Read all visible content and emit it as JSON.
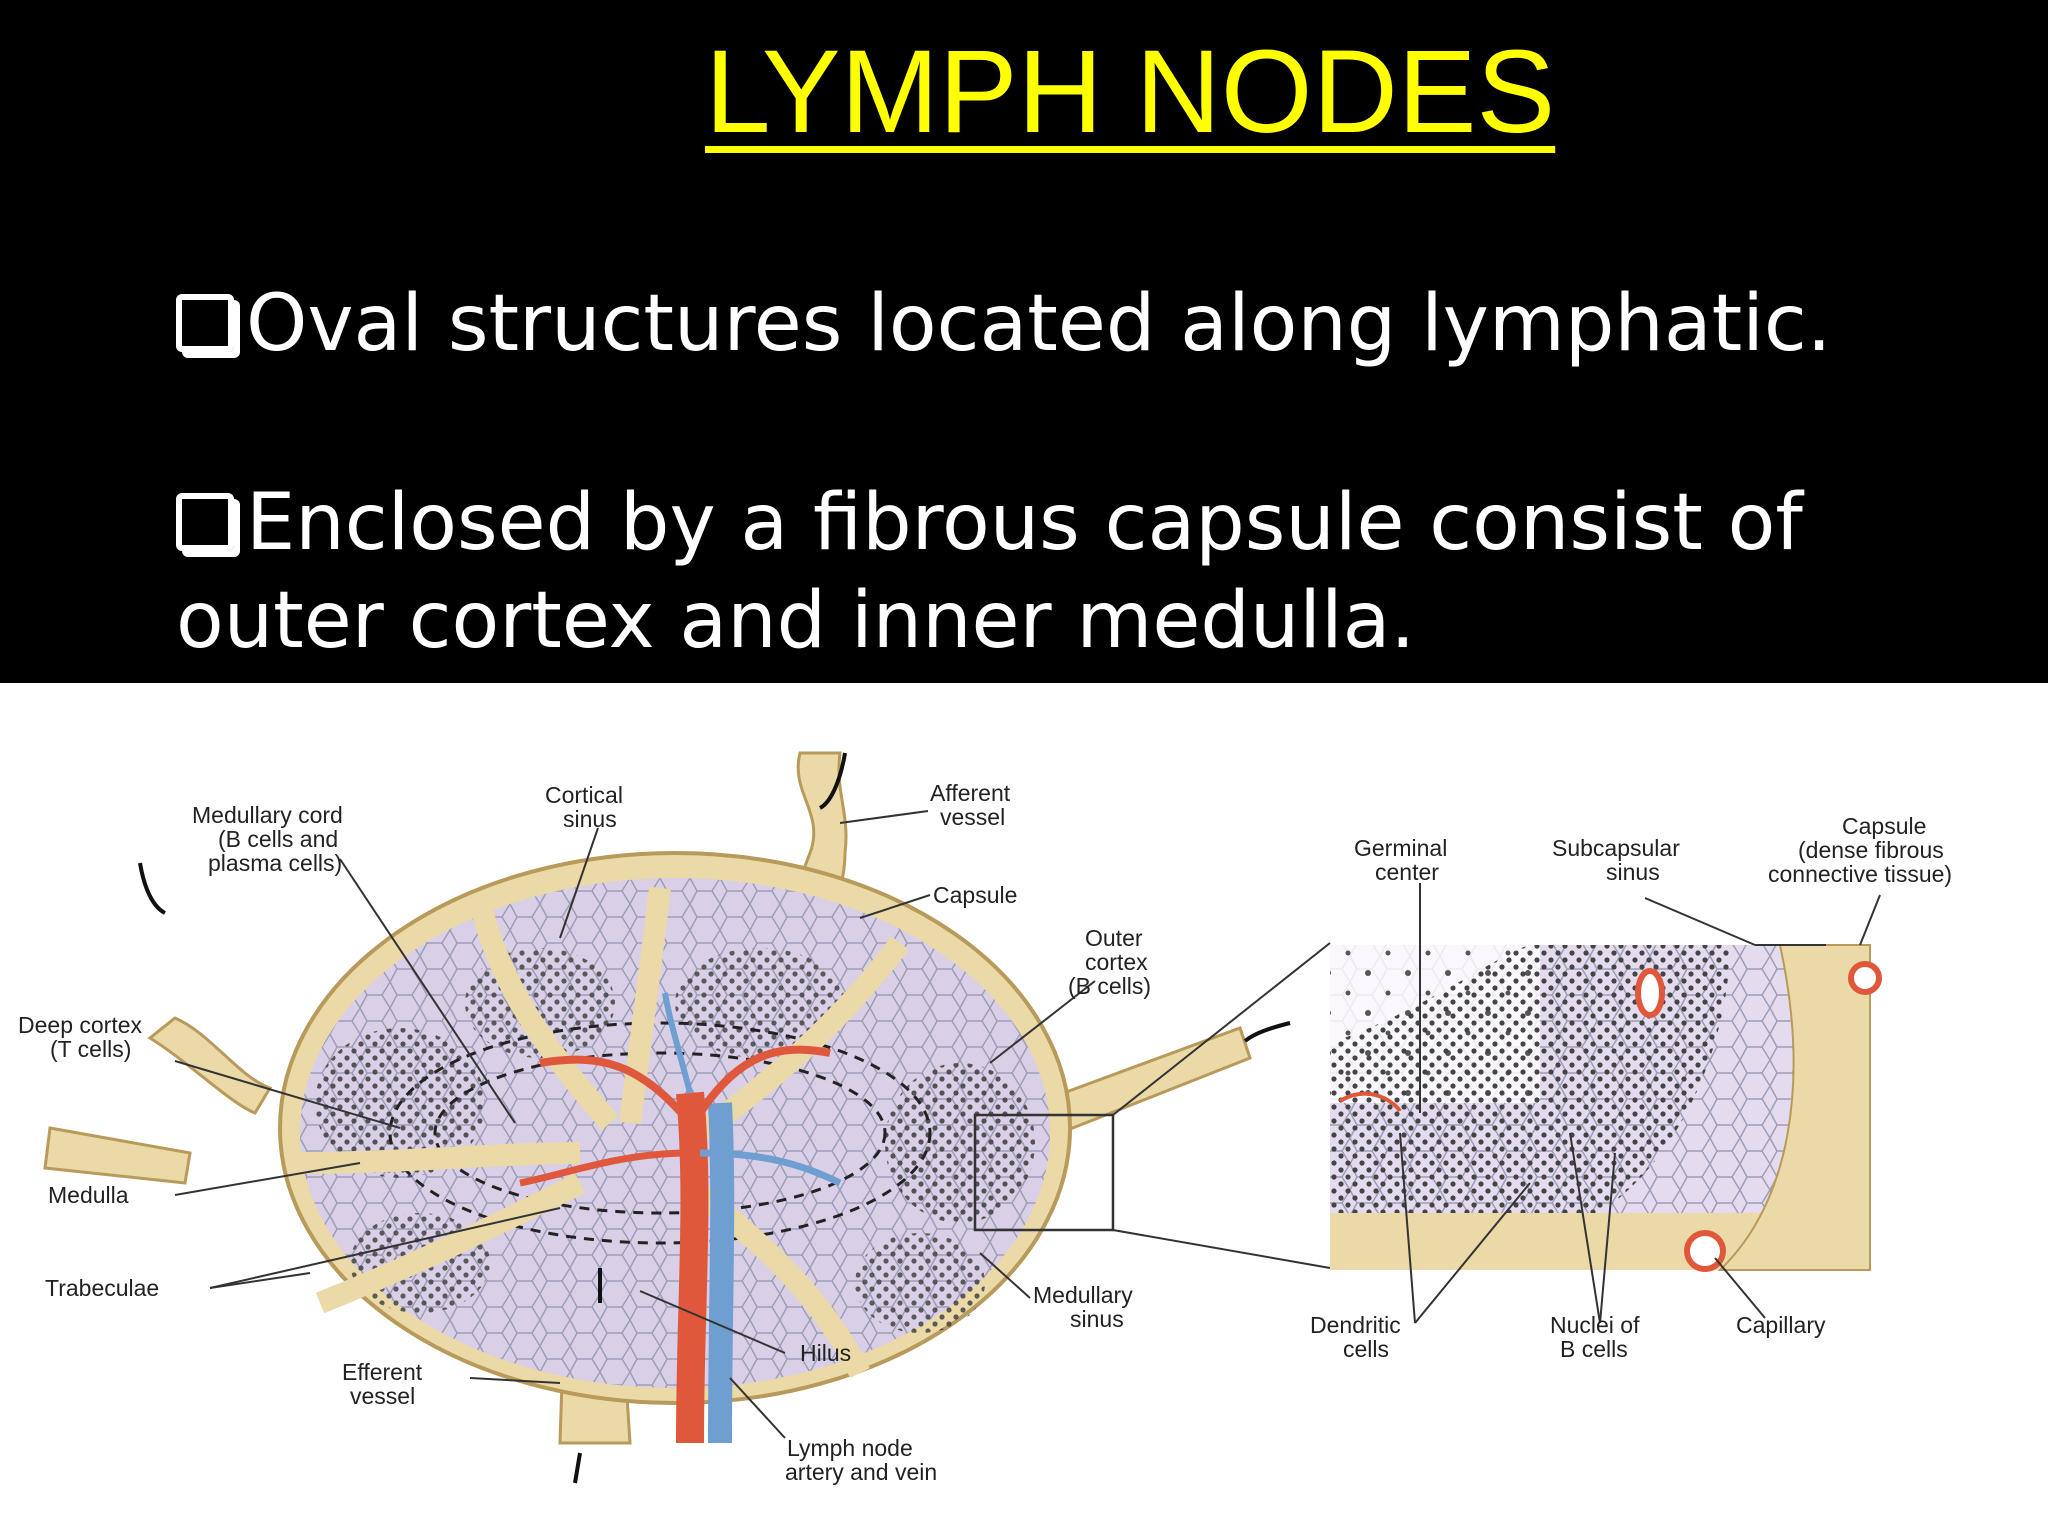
{
  "slide": {
    "title": "LYMPH NODES",
    "bullets": [
      "Oval structures located along lymphatic.",
      "Enclosed by a fibrous capsule consist of outer cortex and inner medulla."
    ]
  },
  "diagram": {
    "labels": {
      "medullary_cord": [
        "Medullary cord",
        "(B cells and",
        "plasma cells)"
      ],
      "cortical_sinus": [
        "Cortical",
        "sinus"
      ],
      "afferent_vessel": [
        "Afferent",
        "vessel"
      ],
      "capsule": [
        "Capsule"
      ],
      "outer_cortex": [
        "Outer",
        "cortex",
        "(B cells)"
      ],
      "deep_cortex": [
        "Deep cortex",
        "(T cells)"
      ],
      "medulla": [
        "Medulla"
      ],
      "trabeculae": [
        "Trabeculae"
      ],
      "efferent_vessel": [
        "Efferent",
        "vessel"
      ],
      "hilus": [
        "Hilus"
      ],
      "medullary_sinus": [
        "Medullary",
        "sinus"
      ],
      "lymph_node_vessels": [
        "Lymph node",
        "artery and vein"
      ],
      "germinal_center": [
        "Germinal",
        "center"
      ],
      "subcapsular_sinus": [
        "Subcapsular",
        "sinus"
      ],
      "capsule_detail": [
        "Capsule",
        "(dense fibrous",
        "connective tissue)"
      ],
      "dendritic_cells": [
        "Dendritic",
        "cells"
      ],
      "nuclei_b_cells": [
        "Nuclei of",
        "B cells"
      ],
      "capillary": [
        "Capillary"
      ]
    },
    "colors": {
      "capsule": "#ecd9a8",
      "capsule_stroke": "#b89a5a",
      "node_fill": "#d9cfe6",
      "cell_dots": "#444444",
      "artery": "#e0583c",
      "vein": "#6f9fd0"
    }
  }
}
